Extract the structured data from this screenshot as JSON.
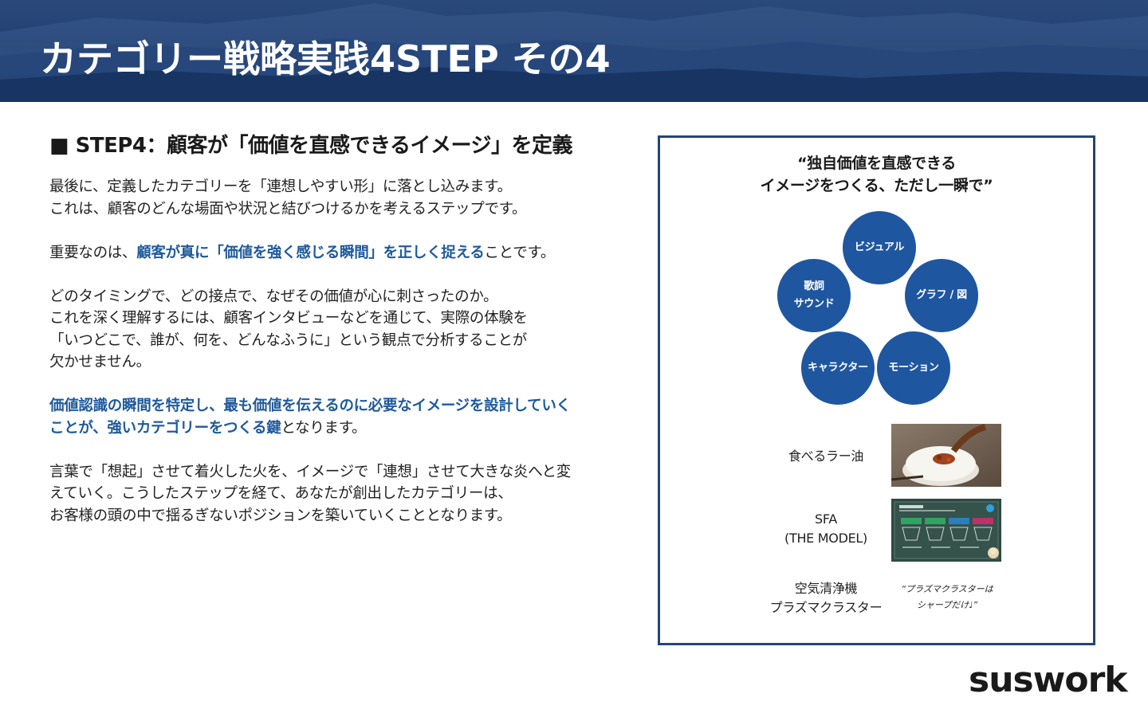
{
  "header": {
    "title": "カテゴリー戦略実践4STEP その4"
  },
  "main": {
    "step_heading": "■ STEP4：顧客が「価値を直感できるイメージ」を定義",
    "p1": [
      "最後に、定義したカテゴリーを「連想しやすい形」に落とし込みます。",
      "これは、顧客のどんな場面や状況と結びつけるかを考えるステップです。"
    ],
    "p2_pre": "重要なのは、",
    "p2_hl": "顧客が真に「価値を強く感じる瞬間」を正しく捉える",
    "p2_post": "ことです。",
    "p3": [
      "どのタイミングで、どの接点で、なぜその価値が心に刺さったのか。",
      "これを深く理解するには、顧客インタビューなどを通じて、実際の体験を",
      "「いつどこで、誰が、何を、どんなふうに」という観点で分析することが",
      "欠かせません。"
    ],
    "p4_hl_1": "価値認識の瞬間を特定し、最も価値を伝えるのに必要なイメージを設計していく",
    "p4_hl_2": "ことが、強いカテゴリーをつくる鍵",
    "p4_post": "となります。",
    "p5": [
      "言葉で「想起」させて着火した火を、イメージで「連想」させて大きな炎へと変",
      "えていく。こうしたステップを経て、あなたが創出したカテゴリーは、",
      "お客様の頭の中で揺るぎないポジションを築いていくこととなります。"
    ]
  },
  "panel": {
    "quote_line1": "“独自価値を直感できる",
    "quote_line2": "イメージをつくる、ただし一瞬で”",
    "circles": {
      "visual": "ビジュアル",
      "graph": "グラフ / 図",
      "lyrics_1": "歌詞",
      "lyrics_2": "サウンド",
      "character": "キャラクター",
      "motion": "モーション"
    },
    "examples": {
      "rayu": "食べるラー油",
      "sfa_1": "SFA",
      "sfa_2": "(THE MODEL)",
      "air_1": "空気清浄機",
      "air_2": "プラズマクラスター",
      "air_quote_1": "“プラズマクラスターは",
      "air_quote_2": "シャープだけ♩”"
    }
  },
  "footer": {
    "logo": "suswork"
  },
  "colors": {
    "header_bg": "#1f3d6e",
    "accent": "#1f5a9c",
    "circle": "#1f56a0",
    "panel_border": "#22457a"
  }
}
